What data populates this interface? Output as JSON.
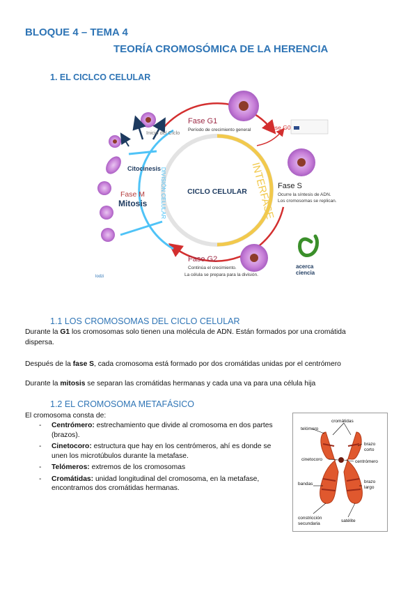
{
  "header": {
    "bloque": "BLOQUE 4 – TEMA 4",
    "title": "TEORÍA CROMOSÓMICA DE LA HERENCIA"
  },
  "section1": {
    "heading": "1.  EL CICLCO CELULAR"
  },
  "cycle_diagram": {
    "center": "CICLO CELULAR",
    "interfase": "INTERFASE",
    "division": "DIVISIÓN CELULAR",
    "inicio": "Inicio del Ciclo",
    "citocinesis": "Citocinesis",
    "fase_m": "Fase M",
    "mitosis": "Mitosis",
    "fase_g1": "Fase G1",
    "g1_desc": "Período de crecimiento general",
    "fase_g0": "Fase G0",
    "fase_s": "Fase S",
    "s_desc1": "Ocurre la síntesis de ADN.",
    "s_desc2": "Los cromosomas se replican.",
    "fase_g2": "Fase G2",
    "g2_desc1": "Continúa el crecimiento.",
    "g2_desc2": "La célula se prepara para la división.",
    "credit": "lodzi",
    "logo_text1": "acerca",
    "logo_text2": "ciencia",
    "colors": {
      "red": "#d32f2f",
      "yellow": "#f2c94c",
      "cyan": "#4fc3f7",
      "navy": "#1d3a5f",
      "cell": "#c77fd8",
      "logo": "#3a8f2a"
    }
  },
  "section11": {
    "heading": "1.1 LOS CROMOSOMAS DEL CICLO CELULAR",
    "p1_a": "Durante la ",
    "p1_b": "G1",
    "p1_c": " los cromosomas solo tienen una molécula de ADN.  Están formados por una cromátida dispersa.",
    "p2_a": "Después de la ",
    "p2_b": "fase S",
    "p2_c": ", cada cromosoma está formado por dos cromátidas unidas por el centrómero",
    "p3_a": "Durante la ",
    "p3_b": "mitosis",
    "p3_c": " se separan las cromátidas hermanas y cada una va para una célula hija"
  },
  "section12": {
    "heading": "1.2 EL CROMOSOMA METAFÁSICO",
    "intro": "El cromosoma consta de:",
    "items": [
      {
        "term": "Centrómero:",
        "desc": " estrechamiento que divide al cromosoma en dos partes (brazos)."
      },
      {
        "term": "Cinetocoro:",
        "desc": " estructura que hay en los centrómeros, ahí es donde se unen los microtúbulos durante la metafase."
      },
      {
        "term": "Telómeros:",
        "desc": " extremos de los cromosomas"
      },
      {
        "term": "Cromátidas:",
        "desc": " unidad longitudinal del cromosoma, en la metafase, encontramos dos cromátidas hermanas."
      }
    ]
  },
  "chromosome_diagram": {
    "telomero": "telómero",
    "cromatidas": "cromátidas",
    "brazo_corto1": "brazo",
    "brazo_corto2": "corto",
    "cinetocoro": "cinetocoro",
    "centromero": "centrómero",
    "bandas": "bandas",
    "brazo_largo1": "brazo",
    "brazo_largo2": "largo",
    "constriccion1": "constricción",
    "constriccion2": "secundaria",
    "satelite": "satélite",
    "chromosome_color": "#e0582e"
  }
}
